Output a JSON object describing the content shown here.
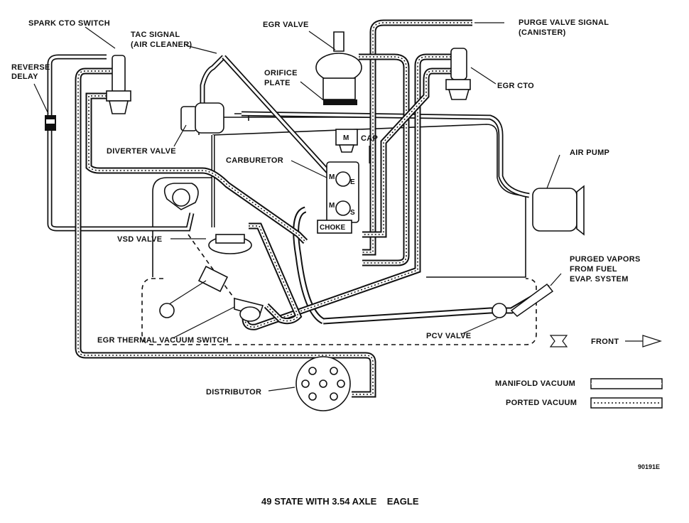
{
  "labels": {
    "spark_cto_switch": "SPARK CTO SWITCH",
    "reverse_delay_1": "REVERSE",
    "reverse_delay_2": "DELAY",
    "tac_signal_1": "TAC SIGNAL",
    "tac_signal_2": "(AIR CLEANER)",
    "egr_valve": "EGR VALVE",
    "orifice_plate_1": "ORIFICE",
    "orifice_plate_2": "PLATE",
    "purge_valve_signal_1": "PURGE VALVE SIGNAL",
    "purge_valve_signal_2": "(CANISTER)",
    "egr_cto": "EGR CTO",
    "diverter_valve": "DIVERTER VALVE",
    "carburetor": "CARBURETOR",
    "cap": "CAP",
    "air_pump": "AIR PUMP",
    "vsd_valve": "VSD VALVE",
    "purged_vapors_1": "PURGED VAPORS",
    "purged_vapors_2": "FROM FUEL",
    "purged_vapors_3": "EVAP. SYSTEM",
    "egr_tvs": "EGR THERMAL VACUUM SWITCH",
    "pcv_valve": "PCV VALVE",
    "front": "FRONT",
    "distributor": "DISTRIBUTOR",
    "choke": "CHOKE"
  },
  "carb_ports": {
    "m_top": "M",
    "e": "E",
    "m_bottom": "M",
    "s": "S",
    "m_box": "M"
  },
  "legend": {
    "manifold": "MANIFOLD VACUUM",
    "ported": "PORTED VACUUM"
  },
  "figure_number": "90191E",
  "caption": "49 STATE WITH 3.54 AXLE    EAGLE"
}
